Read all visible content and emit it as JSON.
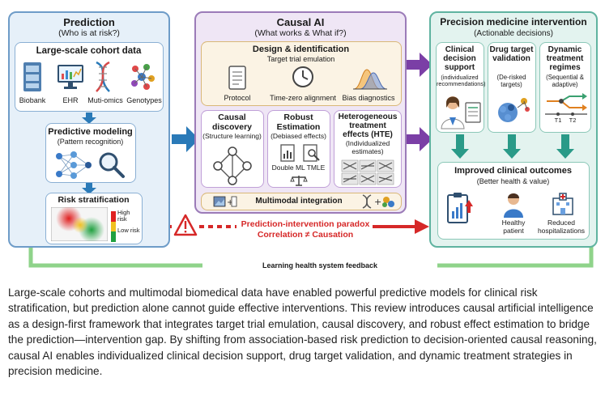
{
  "prediction": {
    "title": "Prediction",
    "subtitle": "(Who is at risk?)",
    "cohort": {
      "title": "Large-scale cohort data",
      "items": [
        "Biobank",
        "EHR",
        "Muti-omics",
        "Genotypes"
      ]
    },
    "modeling": {
      "title": "Predictive modeling",
      "subtitle": "(Pattern recognition)"
    },
    "risk": {
      "title": "Risk stratification",
      "high": "High risk",
      "low": "Low risk"
    }
  },
  "causal": {
    "title": "Causal AI",
    "subtitle": "(What works & What if?)",
    "design": {
      "title": "Design & identification",
      "subtitle": "Target trial emulation",
      "items": [
        "Protocol",
        "Time-zero alignment",
        "Bias diagnostics"
      ]
    },
    "discovery": {
      "title": "Causal discovery",
      "subtitle": "(Structure learning)"
    },
    "robust": {
      "title": "Robust Estimation",
      "subtitle": "(Debiased effects)",
      "methods": "Double ML TMLE"
    },
    "hte": {
      "title": "Heterogeneous treatment effects (HTE)",
      "subtitle": "(Individualized estimates)"
    },
    "multimodal": {
      "title": "Multimodal integration"
    }
  },
  "precision": {
    "title": "Precision medicine intervention",
    "subtitle": "(Actionable decisions)",
    "cds": {
      "title": "Clinical decision support",
      "subtitle": "(individualized recommendations)"
    },
    "drug": {
      "title": "Drug target validation",
      "subtitle": "(De-risked targets)"
    },
    "dtr": {
      "title": "Dynamic treatment regimes",
      "subtitle": "(Sequential & adaptive)",
      "t1": "T1",
      "t2": "T2"
    },
    "outcomes": {
      "title": "Improved clinical outcomes",
      "subtitle": "(Better health & value)",
      "items": [
        "Healthy patient",
        "Reduced hospitalizations"
      ]
    }
  },
  "paradox": {
    "line1": "Prediction-intervention paradox",
    "line2": "Correlation ≠ Causation"
  },
  "feedback": "Learning health system feedback",
  "caption": "Large-scale cohorts and multimodal biomedical data have enabled powerful predictive models for clinical risk stratification, but prediction alone cannot guide effective interventions. This review introduces causal artificial intelligence as a design-first framework that integrates target trial emulation, causal discovery, and robust effect estimation to bridge the prediction—intervention gap. By shifting from association-based risk prediction to decision-oriented causal reasoning, causal AI enables individualized clinical decision support, drug target validation, and dynamic treatment strategies in precision medicine."
}
